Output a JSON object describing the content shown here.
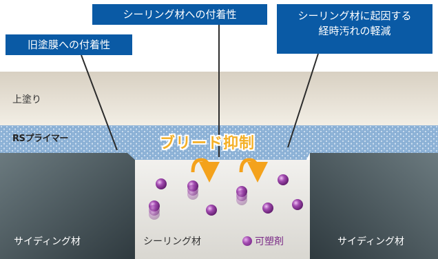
{
  "callouts": {
    "sealant_adhesion": "シーリング材への付着性",
    "old_coating_adhesion": "旧塗膜への付着性",
    "stain_reduction_line1": "シーリング材に起因する",
    "stain_reduction_line2": "経時汚れの軽減"
  },
  "layers": {
    "topcoat": "上塗り",
    "primer": "RSプライマー"
  },
  "bleed_suppression": "ブリード抑制",
  "bottom": {
    "siding_left": "サイディング材",
    "sealant": "シーリング材",
    "plasticizer": "可塑剤",
    "siding_right": "サイディング材"
  },
  "colors": {
    "callout_bg": "#0a5aa5",
    "arrow_orange": "#f4a21c",
    "plasticizer_purple": "#8a2f98"
  }
}
